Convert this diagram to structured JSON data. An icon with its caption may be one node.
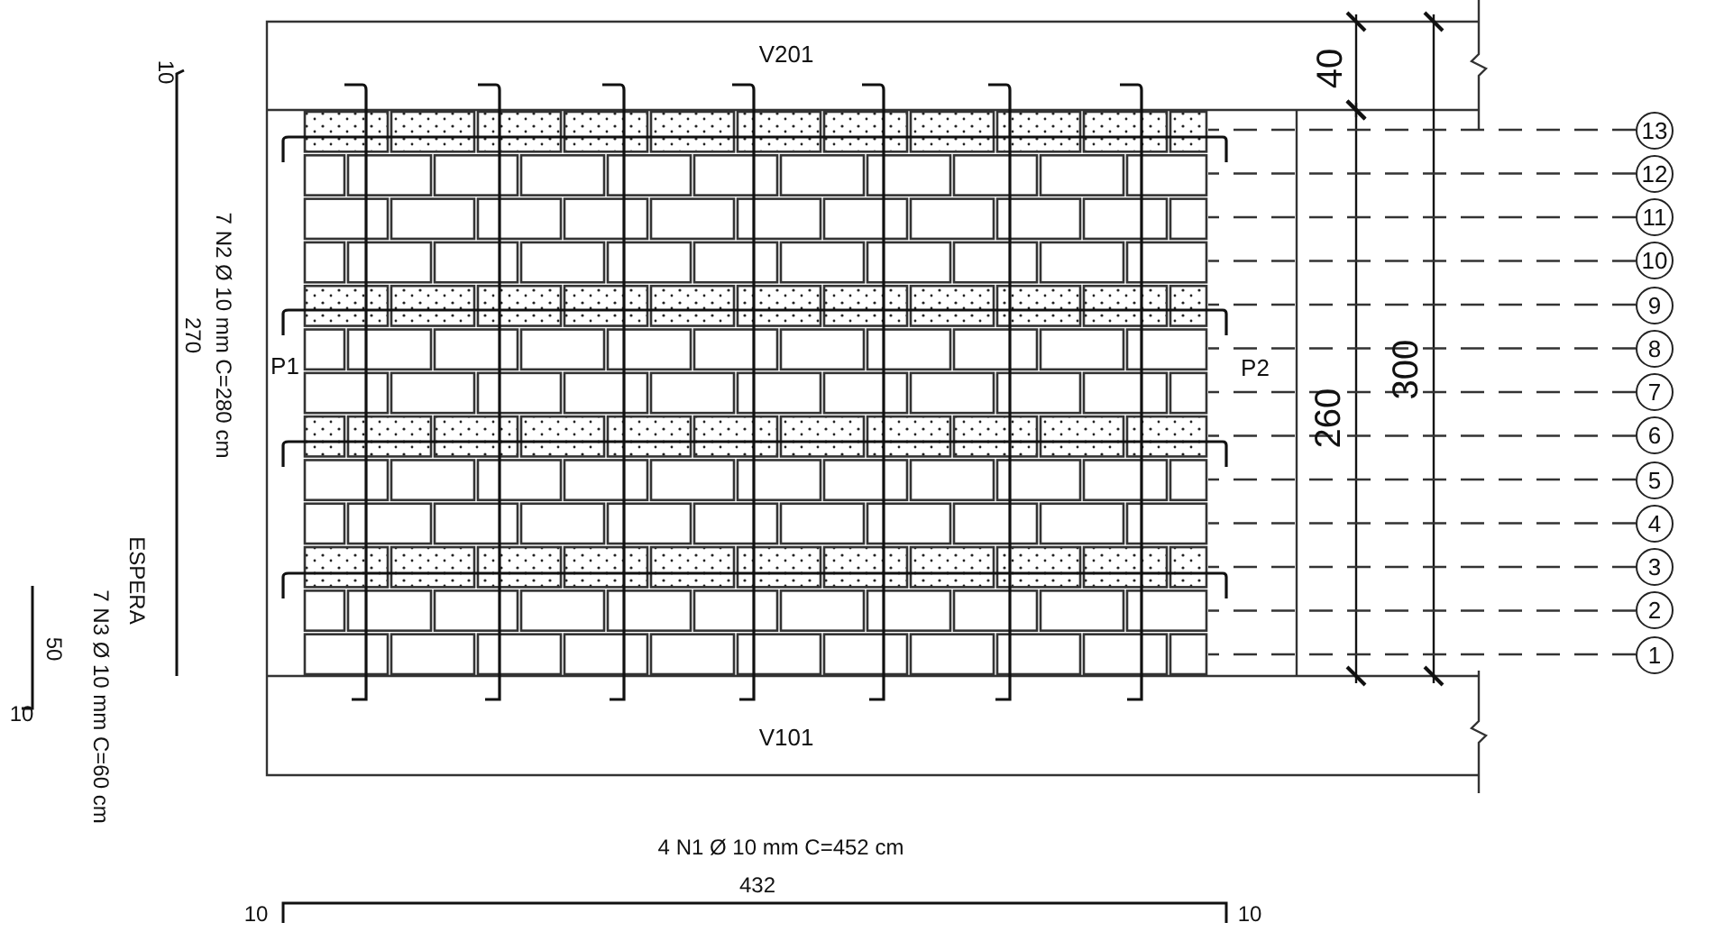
{
  "diagram": {
    "nodes": [
      {
        "text": [],
        "shape": "picture"
      },
      {
        "text": [
          "13"
        ]
      },
      {
        "text": [
          "12"
        ]
      },
      {
        "text": [
          "11"
        ]
      },
      {
        "text": [
          "10"
        ]
      },
      {
        "text": [
          "9"
        ]
      },
      {
        "text": [
          "8"
        ]
      },
      {
        "text": [
          "7"
        ]
      },
      {
        "text": [
          "6"
        ]
      },
      {
        "text": [
          "5"
        ]
      },
      {
        "text": [
          "4"
        ]
      },
      {
        "text": [
          "3"
        ]
      },
      {
        "text": [
          "2"
        ]
      },
      {
        "text": [
          "1"
        ]
      }
    ],
    "edges": [
      {
        "from": 1,
        "to": 0,
        "arrow": "none",
        "style": "dashed"
      },
      {
        "from": 2,
        "to": 0,
        "arrow": "none",
        "style": "dashed"
      },
      {
        "from": 3,
        "to": 0,
        "arrow": "none",
        "style": "dashed"
      },
      {
        "from": 4,
        "to": 0,
        "arrow": "none",
        "style": "dashed"
      },
      {
        "from": 5,
        "to": 0,
        "arrow": "none",
        "style": "dashed"
      },
      {
        "from": 6,
        "to": 0,
        "arrow": "none",
        "style": "dashed"
      },
      {
        "from": 7,
        "to": 0,
        "arrow": "none",
        "style": "dashed"
      },
      {
        "from": 8,
        "to": 0,
        "arrow": "none",
        "style": "dashed"
      },
      {
        "from": 9,
        "to": 0,
        "arrow": "none",
        "style": "dashed"
      },
      {
        "from": 10,
        "to": 0,
        "arrow": "none",
        "style": "dashed"
      },
      {
        "from": 11,
        "to": 0,
        "arrow": "none",
        "style": "dashed"
      },
      {
        "from": 12,
        "to": 0,
        "arrow": "none",
        "style": "dashed"
      },
      {
        "from": 13,
        "to": 0,
        "arrow": "none",
        "style": "dashed"
      }
    ],
    "labels": [
      "V201",
      "10",
      "7 N2 Ø 10 mm C=280 cm",
      "270",
      "ESPERA",
      "7 N3 Ø 10 mm C=60 cm",
      "50",
      "10",
      "P1",
      "P2",
      "40",
      "260",
      "300",
      "V101",
      "4 N1 Ø 10 mm C=452 cm",
      "432",
      "10",
      "10"
    ]
  }
}
